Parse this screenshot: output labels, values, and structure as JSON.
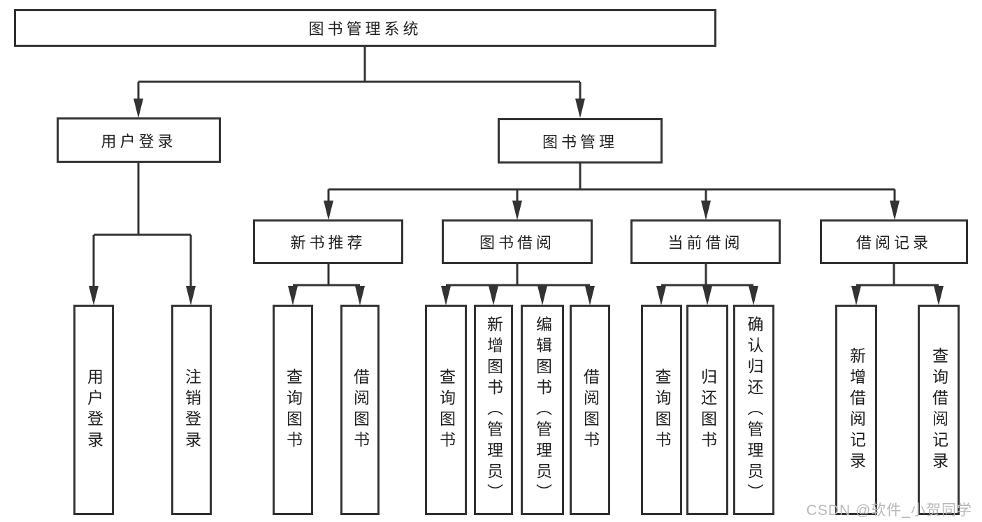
{
  "diagram": {
    "watermark": "CSDN @软件_小贺同学",
    "colors": {
      "line": "#333333",
      "text": "#1f1f1f",
      "watermark": "#b9b9b9",
      "background": "#ffffff"
    },
    "tree": {
      "root": {
        "label": "图书管理系统",
        "children": [
          {
            "label": "用户登录",
            "children": [
              {
                "label": "用户登录"
              },
              {
                "label": "注销登录"
              }
            ]
          },
          {
            "label": "图书管理",
            "children": [
              {
                "label": "新书推荐",
                "children": [
                  {
                    "label": "查询图书"
                  },
                  {
                    "label": "借阅图书"
                  }
                ]
              },
              {
                "label": "图书借阅",
                "children": [
                  {
                    "label": "查询图书"
                  },
                  {
                    "label": "新增图书（管理员）"
                  },
                  {
                    "label": "编辑图书（管理员）"
                  },
                  {
                    "label": "借阅图书"
                  }
                ]
              },
              {
                "label": "当前借阅",
                "children": [
                  {
                    "label": "查询图书"
                  },
                  {
                    "label": "归还图书"
                  },
                  {
                    "label": "确认归还（管理员）"
                  }
                ]
              },
              {
                "label": "借阅记录",
                "children": [
                  {
                    "label": "新增借阅记录"
                  },
                  {
                    "label": "查询借阅记录"
                  }
                ]
              }
            ]
          }
        ]
      }
    }
  }
}
